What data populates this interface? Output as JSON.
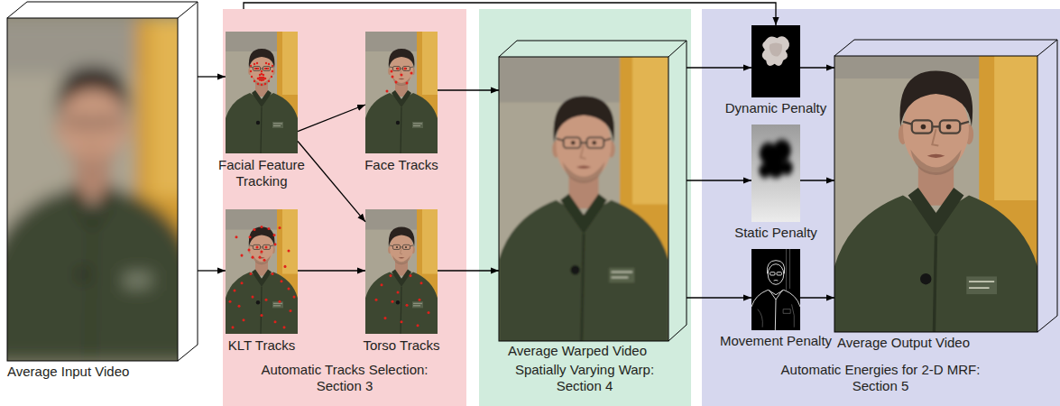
{
  "diagram": {
    "nodes": [
      {
        "text": [
          "Average Input Video"
        ]
      },
      {
        "text": [
          "Automatic Tracks Selection: Section 3"
        ]
      },
      {
        "text": [
          "Facial Feature Tracking"
        ],
        "in": 1
      },
      {
        "text": [
          "Face Tracks"
        ],
        "in": 1
      },
      {
        "text": [
          "KLT Tracks"
        ],
        "in": 1
      },
      {
        "text": [
          "Torso Tracks"
        ],
        "in": 1
      },
      {
        "text": [
          "Spatially Varying Warp: Section 4"
        ]
      },
      {
        "text": [
          "Average Warped Video"
        ],
        "in": 6
      },
      {
        "text": [
          "Automatic Energies for 2-D MRF: Section 5"
        ]
      },
      {
        "text": [
          "Dynamic Penalty"
        ],
        "in": 8
      },
      {
        "text": [
          "Static Penalty"
        ],
        "in": 8
      },
      {
        "text": [
          "Movement Penalty"
        ],
        "in": 8
      },
      {
        "text": [
          "Average Output Video"
        ],
        "in": 8
      }
    ],
    "edges": [
      {
        "from": 0,
        "to": 2,
        "arrow": "to"
      },
      {
        "from": 0,
        "to": 4,
        "arrow": "to"
      },
      {
        "from": 2,
        "to": 3,
        "arrow": "to"
      },
      {
        "from": 2,
        "to": 5,
        "arrow": "to"
      },
      {
        "from": 4,
        "to": 5,
        "arrow": "to"
      },
      {
        "from": 3,
        "to": 7,
        "arrow": "to"
      },
      {
        "from": 5,
        "to": 7,
        "arrow": "to"
      },
      {
        "from": 7,
        "to": 9,
        "arrow": "to"
      },
      {
        "from": 7,
        "to": 10,
        "arrow": "to"
      },
      {
        "from": 7,
        "to": 11,
        "arrow": "to"
      },
      {
        "from": 9,
        "to": 12,
        "arrow": "to"
      },
      {
        "from": 10,
        "to": 12,
        "arrow": "to"
      },
      {
        "from": 11,
        "to": 12,
        "arrow": "to"
      },
      {
        "from": 1,
        "to": 9,
        "arrow": "to"
      }
    ]
  }
}
